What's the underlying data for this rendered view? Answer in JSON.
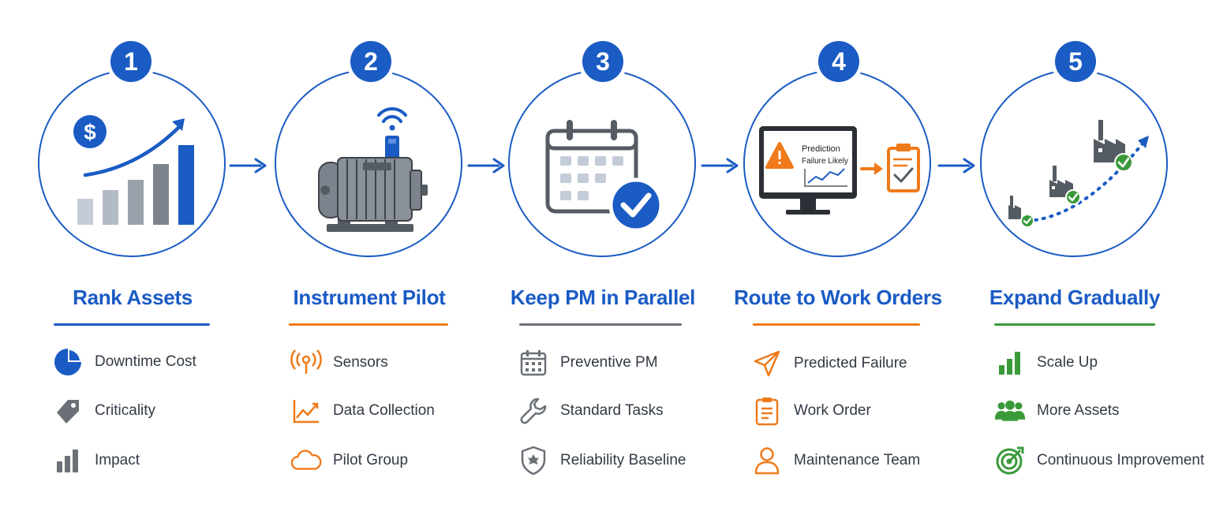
{
  "colors": {
    "blue": "#1a5bc4",
    "orange": "#ef7a1a",
    "gray": "#6b7078",
    "green": "#3a9a3a"
  },
  "steps": [
    {
      "number": "1",
      "title": "Rank Assets",
      "underline_color": "#1a5bc4",
      "illustration": "bar-chart-growth-dollar",
      "items": [
        {
          "label": "Downtime Cost",
          "icon": "pie-chart-icon"
        },
        {
          "label": "Criticality",
          "icon": "tag-icon"
        },
        {
          "label": "Impact",
          "icon": "bar-chart-icon"
        }
      ]
    },
    {
      "number": "2",
      "title": "Instrument Pilot",
      "underline_color": "#ef7a1a",
      "illustration": "motor-with-wireless-sensor",
      "items": [
        {
          "label": "Sensors",
          "icon": "wireless-sensor-icon"
        },
        {
          "label": "Data Collection",
          "icon": "line-chart-icon"
        },
        {
          "label": "Pilot Group",
          "icon": "cloud-icon"
        }
      ]
    },
    {
      "number": "3",
      "title": "Keep PM in Parallel",
      "underline_color": "#6b7078",
      "illustration": "calendar-with-checkmark",
      "items": [
        {
          "label": "Preventive PM",
          "icon": "calendar-icon"
        },
        {
          "label": "Standard Tasks",
          "icon": "wrench-icon"
        },
        {
          "label": "Reliability Baseline",
          "icon": "shield-icon"
        }
      ]
    },
    {
      "number": "4",
      "title": "Route to Work Orders",
      "underline_color": "#ef7a1a",
      "illustration": "monitor-prediction-to-clipboard",
      "screen_text": [
        "Prediction",
        "Failure Likely"
      ],
      "items": [
        {
          "label": "Predicted Failure",
          "icon": "send-icon"
        },
        {
          "label": "Work Order",
          "icon": "clipboard-icon"
        },
        {
          "label": "Maintenance Team",
          "icon": "person-icon"
        }
      ]
    },
    {
      "number": "5",
      "title": "Expand Gradually",
      "underline_color": "#3a9a3a",
      "illustration": "factories-expansion-path",
      "items": [
        {
          "label": "Scale Up",
          "icon": "scale-up-bars-icon"
        },
        {
          "label": "More Assets",
          "icon": "team-icon"
        },
        {
          "label": "Continuous Improvement",
          "icon": "target-icon"
        }
      ]
    }
  ]
}
